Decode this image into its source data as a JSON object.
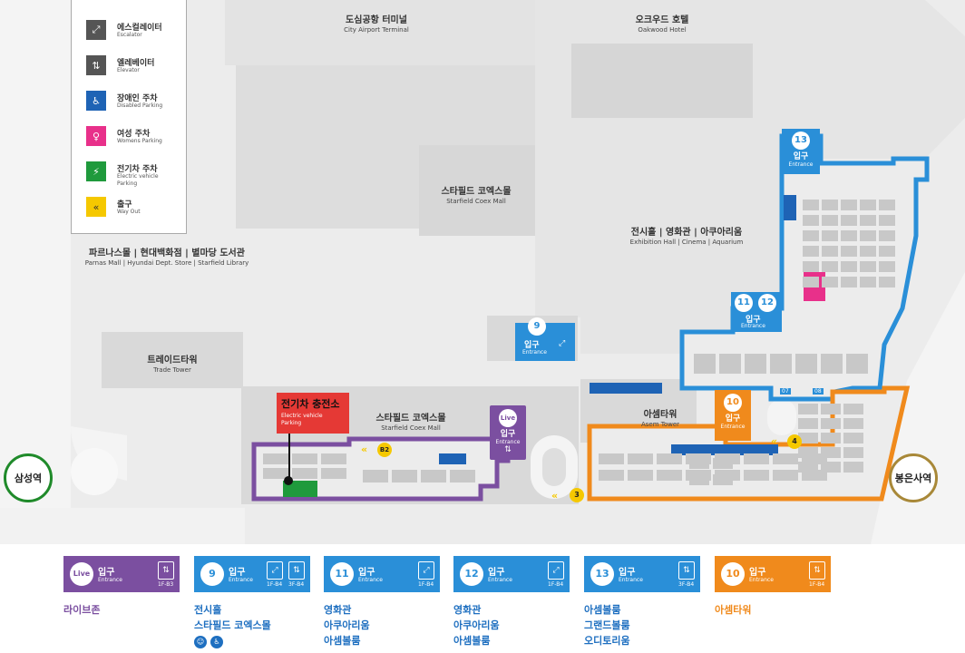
{
  "legend": [
    {
      "icon": "escalator-icon",
      "ko": "에스컬레이터",
      "en": "Escalator",
      "color": "#555555",
      "glyph": "⤢"
    },
    {
      "icon": "elevator-icon",
      "ko": "엘레베이터",
      "en": "Elevator",
      "color": "#555555",
      "glyph": "⇅"
    },
    {
      "icon": "disabled-parking-icon",
      "ko": "장애인 주차",
      "en": "Disabled Parking",
      "color": "#1e63b5",
      "glyph": "♿"
    },
    {
      "icon": "women-parking-icon",
      "ko": "여성 주차",
      "en": "Womens Parking",
      "color": "#e8308a",
      "glyph": "♀"
    },
    {
      "icon": "ev-parking-icon",
      "ko": "전기차 주차",
      "en": "Electric vehicle Parking",
      "color": "#1f9a3c",
      "glyph": "⚡"
    },
    {
      "icon": "way-out-icon",
      "ko": "출구",
      "en": "Way Out",
      "color": "#f5c800",
      "glyph": "«"
    }
  ],
  "buildings": {
    "city_airport": {
      "ko": "도심공항 터미널",
      "en": "City Airport Terminal"
    },
    "oakwood": {
      "ko": "오크우드 호텔",
      "en": "Oakwood Hotel"
    },
    "coex_mall_top": {
      "ko": "스타필드 코엑스몰",
      "en": "Starfield Coex Mall"
    },
    "exhibition": {
      "ko": "전시홀 | 영화관 | 아쿠아리움",
      "en": "Exhibition Hall | Cinema | Aquarium"
    },
    "parnas": {
      "ko": "파르나스몰 | 현대백화점 | 별마당 도서관",
      "en": "Parnas Mall | Hyundai Dept. Store | Starfield Library"
    },
    "trade_tower": {
      "ko": "트레이드타워",
      "en": "Trade Tower"
    },
    "coex_mall_bottom": {
      "ko": "스타필드 코엑스몰",
      "en": "Starfield Coex Mall"
    },
    "asem_tower": {
      "ko": "아셈타워",
      "en": "Asem Tower"
    }
  },
  "stations": {
    "samseong": {
      "label": "삼성역",
      "color": "#1f8a2a"
    },
    "bongeunsa": {
      "label": "봉은사역",
      "color": "#a88838"
    }
  },
  "ev_station": {
    "ko": "전기차 충전소",
    "en": "Electric vehicle Parking",
    "color": "#e53935"
  },
  "map_entrances": {
    "live": {
      "num": "Live",
      "ko": "입구",
      "en": "Entrance"
    },
    "e9": {
      "num": "9",
      "ko": "입구",
      "en": "Entrance"
    },
    "e10": {
      "num": "10",
      "ko": "입구",
      "en": "Entrance"
    },
    "e11": {
      "num": "11",
      "ko": "입구",
      "en": "Entrance"
    },
    "e12": {
      "num": "12",
      "ko": "입구",
      "en": "Entrance"
    },
    "e13": {
      "num": "13",
      "ko": "입구",
      "en": "Entrance"
    }
  },
  "exits": {
    "b2": "B2",
    "x3": "3",
    "x4": "4"
  },
  "zone_numbers": {
    "z07": "07",
    "z08": "08"
  },
  "colors": {
    "live": "#7b4fa0",
    "blue": "#2a8fd8",
    "orange": "#f08a1c",
    "map_bg": "#ececec",
    "building": "#dadada",
    "parking_spot": "#c6c6c6"
  },
  "cards": [
    {
      "num": "Live",
      "ko": "입구",
      "en": "Entrance",
      "floors": "1F-B3",
      "color": "#7b4fa0",
      "icons": [
        "elevator-icon"
      ],
      "dest": [
        "라이브존"
      ]
    },
    {
      "num": "9",
      "ko": "입구",
      "en": "Entrance",
      "floors": "1F-B4",
      "floors2": "3F-B4",
      "color": "#2a8fd8",
      "icons": [
        "escalator-icon",
        "elevator-icon"
      ],
      "dest": [
        "전시홀",
        "스타필드 코엑스몰"
      ]
    },
    {
      "num": "11",
      "ko": "입구",
      "en": "Entrance",
      "floors": "1F-B4",
      "color": "#2a8fd8",
      "icons": [
        "escalator-icon"
      ],
      "dest": [
        "영화관",
        "아쿠아리움",
        "아셈볼룸"
      ]
    },
    {
      "num": "12",
      "ko": "입구",
      "en": "Entrance",
      "floors": "1F-B4",
      "color": "#2a8fd8",
      "icons": [
        "escalator-icon"
      ],
      "dest": [
        "영화관",
        "아쿠아리움",
        "아셈볼룸"
      ]
    },
    {
      "num": "13",
      "ko": "입구",
      "en": "Entrance",
      "floors": "3F-B4",
      "color": "#2a8fd8",
      "icons": [
        "elevator-icon"
      ],
      "dest": [
        "아셈볼룸",
        "그랜드볼룸",
        "오디토리움"
      ]
    },
    {
      "num": "10",
      "ko": "입구",
      "en": "Entrance",
      "floors": "1F-B4",
      "color": "#f08a1c",
      "icons": [
        "elevator-icon"
      ],
      "dest": [
        "아셈타워"
      ]
    }
  ]
}
